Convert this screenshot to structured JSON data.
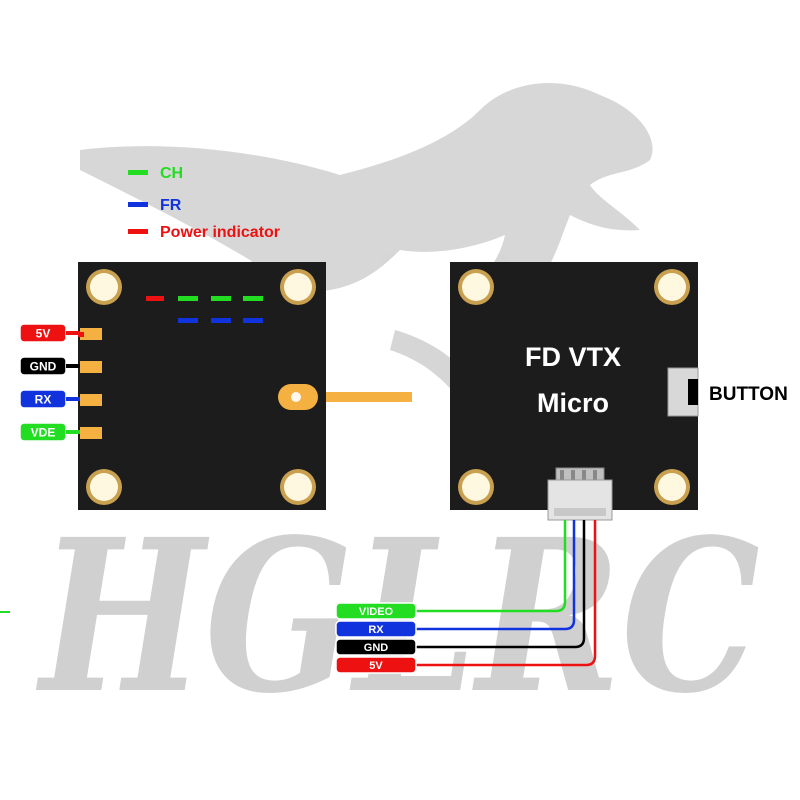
{
  "watermark": {
    "brand_text": "HGLRC"
  },
  "legend": {
    "items": [
      {
        "label": "CH",
        "color": "#22dd22"
      },
      {
        "label": "FR",
        "color": "#1133dd"
      },
      {
        "label": "Power indicator",
        "color": "#ee1111"
      }
    ]
  },
  "left_board": {
    "pins": [
      {
        "label": "5V",
        "color": "#ee1111"
      },
      {
        "label": "GND",
        "color": "#000000"
      },
      {
        "label": "RX",
        "color": "#1133dd"
      },
      {
        "label": "VDE",
        "color": "#22dd22"
      }
    ],
    "led_colors": {
      "power": "#ee1111",
      "ch": "#22dd22",
      "fr": "#1133dd"
    }
  },
  "right_board": {
    "title_line1": "FD VTX",
    "title_line2": "Micro",
    "button_label": "BUTTON"
  },
  "connector_wires": [
    {
      "label": "VIDEO",
      "color": "#22dd22"
    },
    {
      "label": "RX",
      "color": "#1133dd"
    },
    {
      "label": "GND",
      "color": "#000000"
    },
    {
      "label": "5V",
      "color": "#ee1111"
    }
  ],
  "colors": {
    "board": "#1c1c1c",
    "pad_gold": "#c8a050",
    "antenna": "#f4b040",
    "watermark": "#d0d0d0"
  }
}
